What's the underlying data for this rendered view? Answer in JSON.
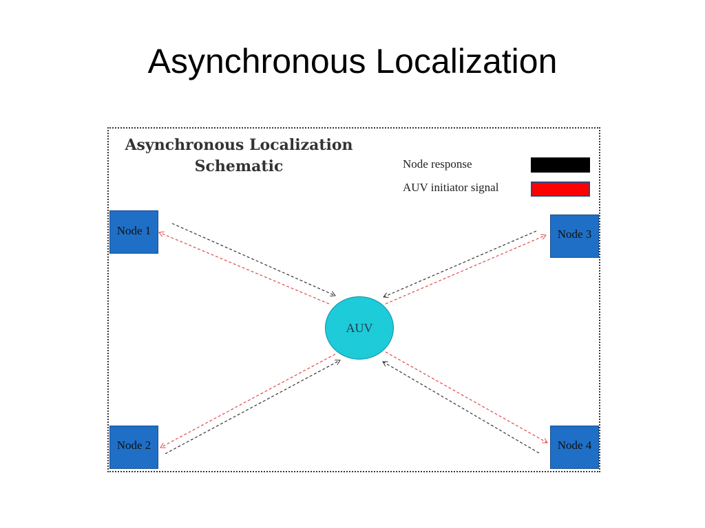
{
  "slide": {
    "title": "Asynchronous Localization"
  },
  "schematic": {
    "title_line1": "Asynchronous Localization",
    "title_line2": "Schematic"
  },
  "legend": {
    "items": [
      {
        "label": "Node response",
        "color": "#000000"
      },
      {
        "label": "AUV initiator signal",
        "color": "#ff0000"
      }
    ]
  },
  "nodes": [
    {
      "id": "node-1",
      "label": "Node 1"
    },
    {
      "id": "node-2",
      "label": "Node 2"
    },
    {
      "id": "node-3",
      "label": "Node 3"
    },
    {
      "id": "node-4",
      "label": "Node 4"
    }
  ],
  "auv": {
    "label": "AUV",
    "color": "#1ecbd8"
  },
  "colors": {
    "node_fill": "#1f6fc6",
    "response_arrow": "#333333",
    "initiator_arrow": "#e04848"
  }
}
